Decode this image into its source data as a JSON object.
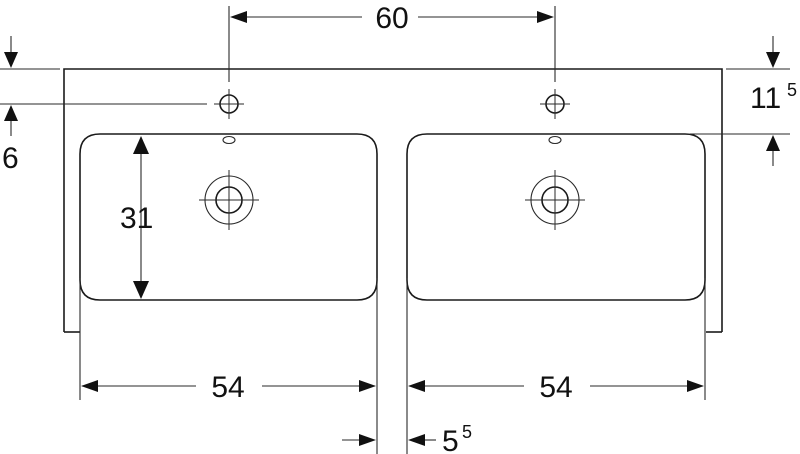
{
  "drawing": {
    "dimensions": {
      "tap_spacing": "60",
      "top_to_basin": {
        "main": "11",
        "sup": "5"
      },
      "tap_hole_offset": "6",
      "basin_depth": "31",
      "left_basin_width": "54",
      "right_basin_width": "54",
      "basin_gap": {
        "main": "5",
        "sup": "5"
      }
    }
  }
}
